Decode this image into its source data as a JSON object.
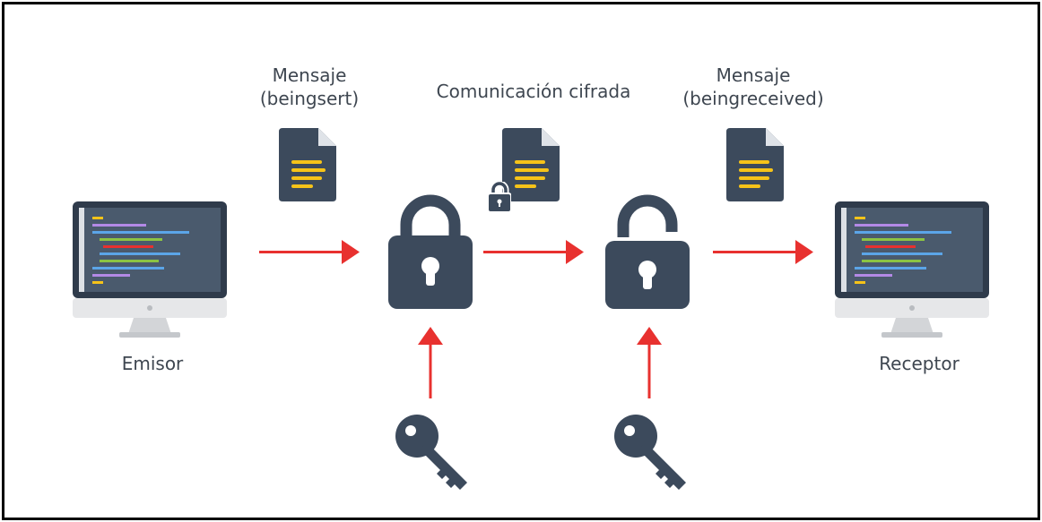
{
  "labels": {
    "msg_sent_line1": "Mensaje",
    "msg_sent_line2": "(beingsert)",
    "encrypted_comm": "Comunicación cifrada",
    "msg_received_line1": "Mensaje",
    "msg_received_line2": "(beingreceived)",
    "sender": "Emisor",
    "receiver": "Receptor"
  },
  "colors": {
    "dark": "#3c4a5c",
    "arrow": "#e8312f",
    "doc_lines": "#f6c319",
    "screen": "#4a5a6d",
    "monitor_body": "#e6e7e9",
    "text": "#3e4650"
  },
  "icons": [
    "monitor-icon",
    "document-icon",
    "padlock-closed-icon",
    "padlock-open-icon",
    "key-icon",
    "arrow-icon"
  ]
}
